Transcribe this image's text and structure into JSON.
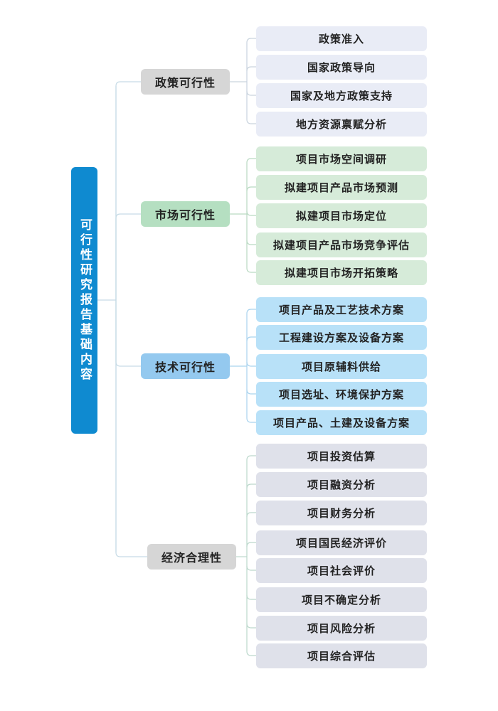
{
  "root": {
    "label": "可行性研究报告基础内容",
    "color": "#0f8ad0"
  },
  "branches": [
    {
      "label": "政策可行性",
      "color": "#d6d6d6",
      "leaf_color": "#e9ecf6",
      "line_color": "#c9d3de",
      "items": [
        "政策准入",
        "国家政策导向",
        "国家及地方政策支持",
        "地方资源禀赋分析"
      ]
    },
    {
      "label": "市场可行性",
      "color": "#b5dfc1",
      "leaf_color": "#d6ebd9",
      "line_color": "#b9d9c2",
      "items": [
        "项目市场空间调研",
        "拟建项目产品市场预测",
        "拟建项目市场定位",
        "拟建项目产品市场竞争评估",
        "拟建项目市场开拓策略"
      ]
    },
    {
      "label": "技术可行性",
      "color": "#94c9ef",
      "leaf_color": "#b8e1f8",
      "line_color": "#a9d3ee",
      "items": [
        "项目产品及工艺技术方案",
        "工程建设方案及设备方案",
        "项目原辅料供给",
        "项目选址、环境保护方案",
        "项目产品、土建及设备方案"
      ]
    },
    {
      "label": "经济合理性",
      "color": "#d6d6d6",
      "leaf_color": "#dfe1ea",
      "line_color": "#bcd8cc",
      "items": [
        "项目投资估算",
        "项目融资分析",
        "项目财务分析",
        "项目国民经济评价",
        "项目社会评价",
        "项目不确定分析",
        "项目风险分析",
        "项目综合评估"
      ]
    }
  ]
}
